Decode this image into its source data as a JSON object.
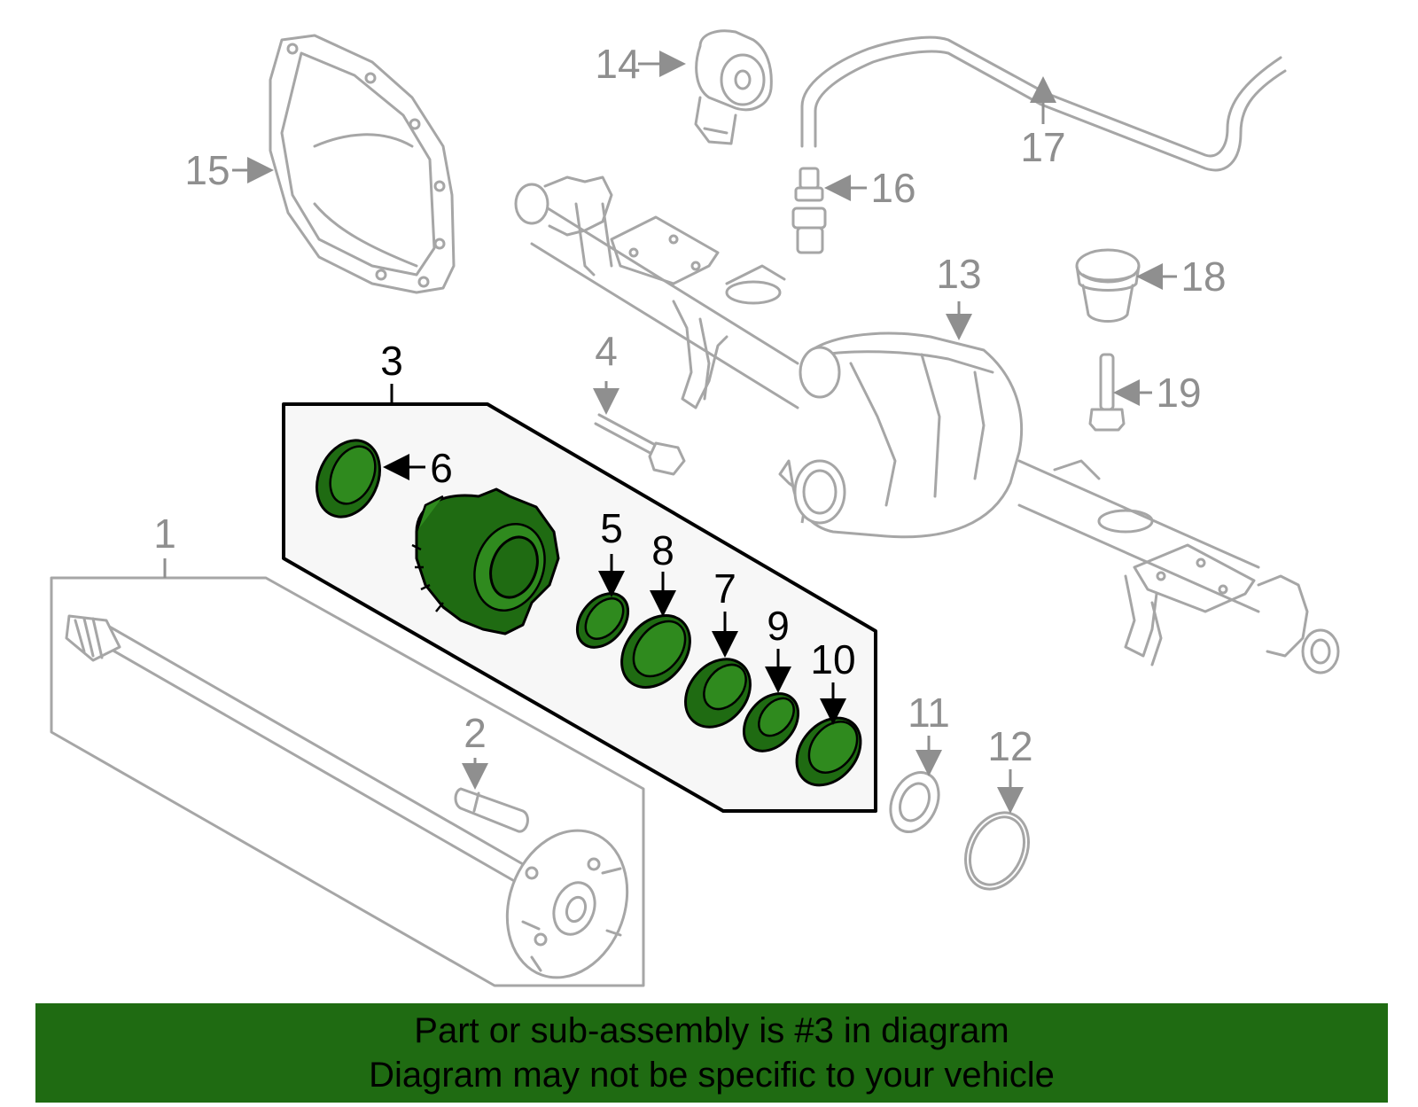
{
  "callouts": {
    "c1": "1",
    "c2": "2",
    "c3": "3",
    "c4": "4",
    "c5": "5",
    "c6": "6",
    "c7": "7",
    "c8": "8",
    "c9": "9",
    "c10": "10",
    "c11": "11",
    "c12": "12",
    "c13": "13",
    "c14": "14",
    "c15": "15",
    "c16": "16",
    "c17": "17",
    "c18": "18",
    "c19": "19"
  },
  "banner": {
    "line1": "Part or sub-assembly is #3 in diagram",
    "line2": "Diagram may not be specific to your vehicle"
  },
  "colors": {
    "highlight": "#1f6b12",
    "outline_gray": "#a6a6a6",
    "label_gray": "#8f8f8f"
  }
}
